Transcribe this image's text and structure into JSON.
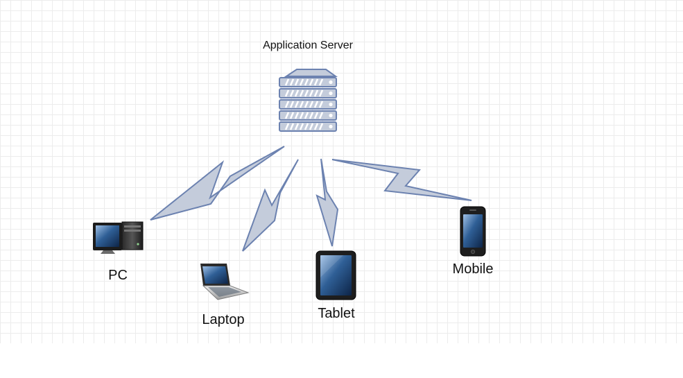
{
  "server": {
    "label": "Application Server",
    "icon": "server-rack-icon"
  },
  "devices": [
    {
      "id": "pc",
      "label": "PC",
      "icon": "desktop-computer-icon"
    },
    {
      "id": "laptop",
      "label": "Laptop",
      "icon": "laptop-icon"
    },
    {
      "id": "tablet",
      "label": "Tablet",
      "icon": "tablet-icon"
    },
    {
      "id": "mobile",
      "label": "Mobile",
      "icon": "mobile-phone-icon"
    }
  ],
  "connections": [
    {
      "from": "server",
      "to": "pc",
      "style": "lightning-bolt"
    },
    {
      "from": "server",
      "to": "laptop",
      "style": "lightning-bolt"
    },
    {
      "from": "server",
      "to": "tablet",
      "style": "lightning-bolt"
    },
    {
      "from": "server",
      "to": "mobile",
      "style": "lightning-bolt"
    }
  ],
  "colors": {
    "bolt_fill": "#c4ccdb",
    "bolt_stroke": "#6c82b0",
    "server_fill": "#c4ccdb",
    "server_stroke": "#6c82b0"
  }
}
